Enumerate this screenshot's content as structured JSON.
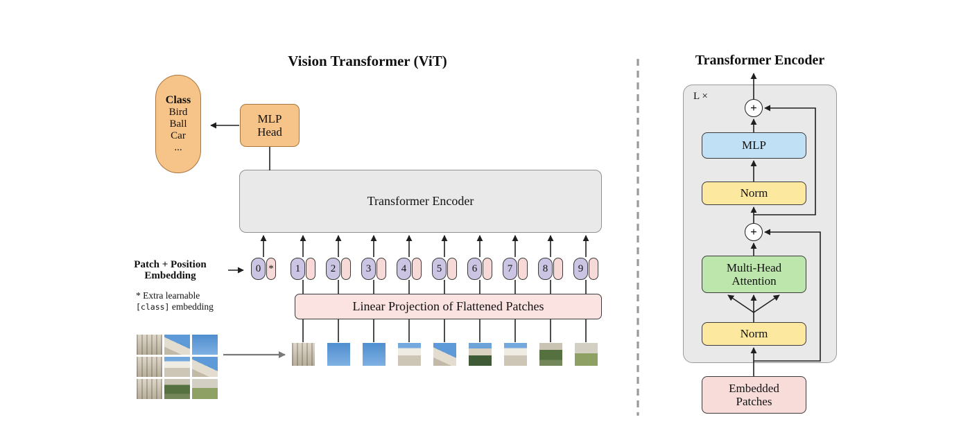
{
  "left": {
    "title": "Vision Transformer (ViT)",
    "class_pill": {
      "header": "Class",
      "items": [
        "Bird",
        "Ball",
        "Car",
        "..."
      ]
    },
    "mlp_head": {
      "line1": "MLP",
      "line2": "Head"
    },
    "encoder_label": "Transformer Encoder",
    "patch_position": {
      "line1": "Patch + Position",
      "line2": "Embedding"
    },
    "note": {
      "line1": "* Extra learnable",
      "line2_code": "[class]",
      "line2_rest": " embedding"
    },
    "linear_projection_label": "Linear Projection of Flattened Patches",
    "tokens": [
      {
        "label": "0",
        "patch": "*"
      },
      {
        "label": "1"
      },
      {
        "label": "2"
      },
      {
        "label": "3"
      },
      {
        "label": "4"
      },
      {
        "label": "5"
      },
      {
        "label": "6"
      },
      {
        "label": "7"
      },
      {
        "label": "8"
      },
      {
        "label": "9"
      }
    ]
  },
  "right": {
    "title": "Transformer Encoder",
    "loop_label": "L ×",
    "plus": "+",
    "mlp_label": "MLP",
    "norm_upper_label": "Norm",
    "attention": {
      "line1": "Multi-Head",
      "line2": "Attention"
    },
    "norm_lower_label": "Norm",
    "embedded": {
      "line1": "Embedded",
      "line2": "Patches"
    }
  },
  "colors": {
    "orange_fill": "#f6c489",
    "orange_border": "#a9753e",
    "purple_token_fill": "#cbc5e3",
    "pink_patch_fill": "#f7dad7",
    "linear_projection_fill": "#fae3e1",
    "encoder_gray": "#e9e9e9",
    "norm_yellow": "#fce99f",
    "mlp_blue": "#bfe0f5",
    "attention_green": "#bde6ad",
    "embedded_pink": "#f8dcda",
    "line_black": "#1f1f1f",
    "separator_gray": "#9a9a9a"
  }
}
